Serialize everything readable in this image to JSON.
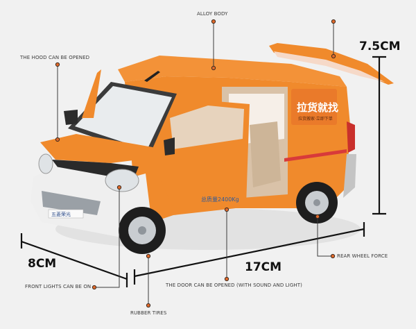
{
  "product": {
    "type": "die-cast toy van",
    "body_color": "#f08a2c",
    "side_panel_text": "拉货就找",
    "side_panel_subtext": "拉货搬家·立即下单",
    "door_text": "总质量2400Kg",
    "front_plate_text": "五菱荣光"
  },
  "annotations": [
    {
      "id": "alloy-body",
      "text": "ALLOY BODY"
    },
    {
      "id": "hood",
      "text": "THE HOOD CAN BE OPENED"
    },
    {
      "id": "front-lights",
      "text": "FRONT LIGHTS CAN BE ON"
    },
    {
      "id": "rubber-tires",
      "text": "RUBBER TIRES"
    },
    {
      "id": "door",
      "text": "THE DOOR CAN BE OPENED (WITH SOUND AND LIGHT)"
    },
    {
      "id": "rear-wheel",
      "text": "REAR WHEEL FORCE"
    },
    {
      "id": "rear-door",
      "text": ""
    }
  ],
  "dimensions": {
    "height": "7.5CM",
    "width": "8CM",
    "length": "17CM"
  },
  "colors": {
    "marker": "#e0692a",
    "line": "#3a3a3a",
    "background": "#f1f1f1"
  }
}
